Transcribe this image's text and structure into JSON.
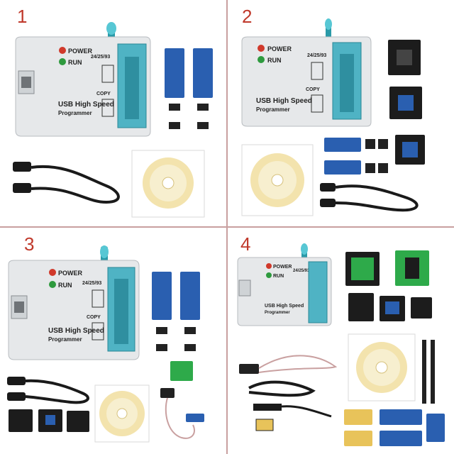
{
  "panels": [
    {
      "number": "1"
    },
    {
      "number": "2"
    },
    {
      "number": "3"
    },
    {
      "number": "4"
    }
  ],
  "device": {
    "power_label": "POWER",
    "run_label": "RUN",
    "chip_series": "24/25/93",
    "copy_label": "COPY",
    "title_line1": "USB  High Speed",
    "title_line2": "Programmer"
  },
  "colors": {
    "divider": "#c9a0a0",
    "panel_number": "#c0392b",
    "device_body": "#e6e8ea",
    "socket": "#4fb3c4",
    "pcb_blue": "#2a5fb0",
    "pcb_green": "#2eaa4a",
    "cd_ring": "#e8c35a",
    "power_led": "#d0392b",
    "run_led": "#2e9a3e"
  }
}
